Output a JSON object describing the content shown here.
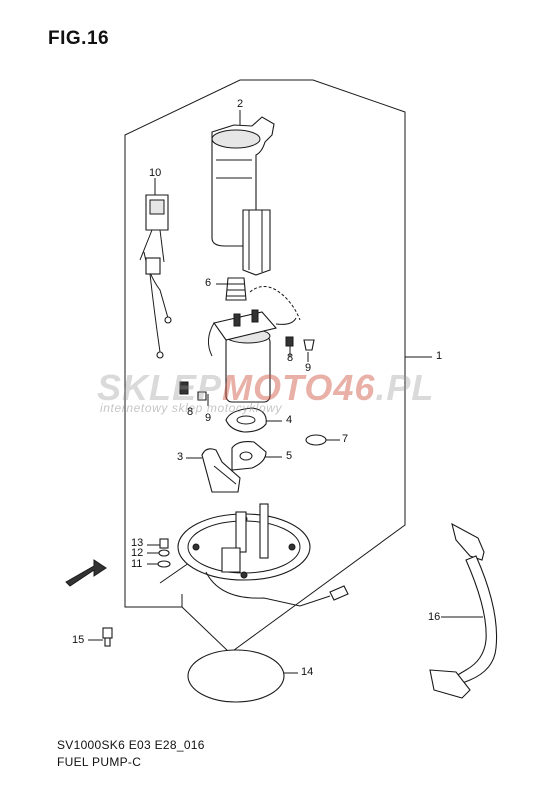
{
  "figure": {
    "title": "FIG.16",
    "code": "SV1000SK6 E03 E28_016",
    "subtitle": "FUEL PUMP-C"
  },
  "callouts": [
    {
      "id": "c1",
      "label": "1"
    },
    {
      "id": "c2",
      "label": "2"
    },
    {
      "id": "c3",
      "label": "3"
    },
    {
      "id": "c4",
      "label": "4"
    },
    {
      "id": "c5",
      "label": "5"
    },
    {
      "id": "c6",
      "label": "6"
    },
    {
      "id": "c7",
      "label": "7"
    },
    {
      "id": "c8a",
      "label": "8"
    },
    {
      "id": "c8b",
      "label": "8"
    },
    {
      "id": "c9a",
      "label": "9"
    },
    {
      "id": "c9b",
      "label": "9"
    },
    {
      "id": "c10",
      "label": "10"
    },
    {
      "id": "c11",
      "label": "11"
    },
    {
      "id": "c12",
      "label": "12"
    },
    {
      "id": "c13",
      "label": "13"
    },
    {
      "id": "c14",
      "label": "14"
    },
    {
      "id": "c15",
      "label": "15"
    },
    {
      "id": "c16",
      "label": "16"
    }
  ],
  "direction_badge": "FWD",
  "watermark": {
    "brand_a": "SKLEP",
    "brand_b": "MOTO46",
    "brand_c": ".PL",
    "tagline": "internetowy sklep motocyklowy"
  },
  "colors": {
    "line": "#1a1a1a",
    "watermark_gray": "#969696",
    "watermark_red": "#cd503c"
  }
}
